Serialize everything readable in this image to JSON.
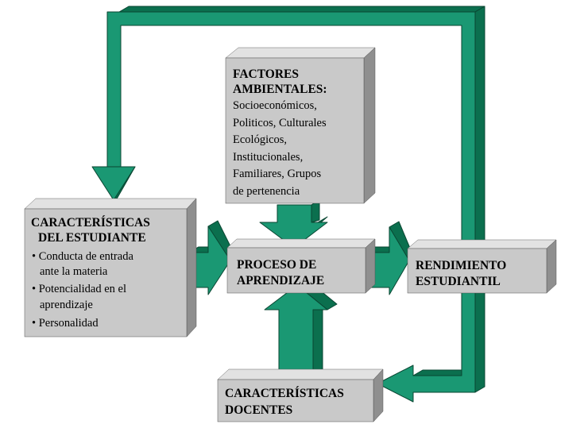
{
  "colors": {
    "arrow_face": "#1a9873",
    "arrow_side": "#0b6f4e",
    "arrow_edge": "#0a4632",
    "box_face": "#c9c9c9",
    "box_top": "#e2e2e2",
    "box_side": "#8f8f8f"
  },
  "factores": {
    "title_line1": "FACTORES",
    "title_line2": "AMBIENTALES:",
    "items": [
      "Socioeconómicos,",
      "Politicos, Culturales",
      "Ecológicos,",
      "Institucionales,",
      "Familiares, Grupos",
      "de pertenencia"
    ]
  },
  "estudiante": {
    "title_line1": "CARACTERÍSTICAS",
    "title_line2": "DEL ESTUDIANTE",
    "bullets": [
      "• Conducta de entrada",
      "ante la materia",
      "• Potencialidad en el",
      "aprendizaje",
      "• Personalidad"
    ]
  },
  "proceso": {
    "line1": "PROCESO DE",
    "line2": "APRENDIZAJE"
  },
  "rendimiento": {
    "line1": "RENDIMIENTO",
    "line2": "ESTUDIANTIL"
  },
  "docentes": {
    "line1": "CARACTERÍSTICAS",
    "line2": "DOCENTES"
  }
}
